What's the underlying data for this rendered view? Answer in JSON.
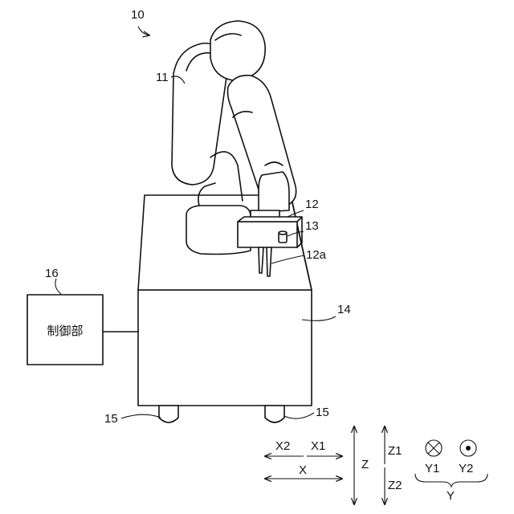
{
  "labels": {
    "robot_system": "10",
    "robot_arm": "11",
    "hand": "12",
    "hand_finger": "12a",
    "sensor": "13",
    "base": "14",
    "casters": "15",
    "controller": "16"
  },
  "controller_text": "制御部",
  "axes": {
    "x_label": "X",
    "x1_label": "X1",
    "x2_label": "X2",
    "z_label": "Z",
    "z1_label": "Z1",
    "z2_label": "Z2",
    "y_label": "Y",
    "y1_label": "Y1",
    "y2_label": "Y2"
  }
}
